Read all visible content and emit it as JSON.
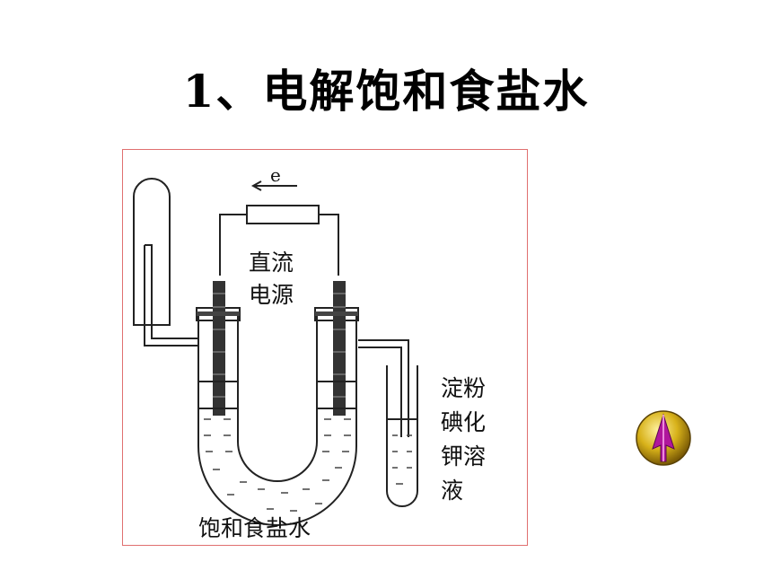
{
  "slide": {
    "title": "1、电解饱和食盐水"
  },
  "diagram": {
    "electron_label": "e",
    "power_supply_line1": "直流",
    "power_supply_line2": "电源",
    "test_solution_line1": "淀粉",
    "test_solution_line2": "碘化",
    "test_solution_line3": "钾溶",
    "test_solution_line4": "液",
    "electrolyte_label": "饱和食盐水"
  },
  "colors": {
    "frame_border": "#e07070",
    "nav_button_gold": "#d8b21a",
    "nav_button_arrow": "#b0169c"
  },
  "icons": {
    "nav_button": "arrow-up-icon"
  }
}
